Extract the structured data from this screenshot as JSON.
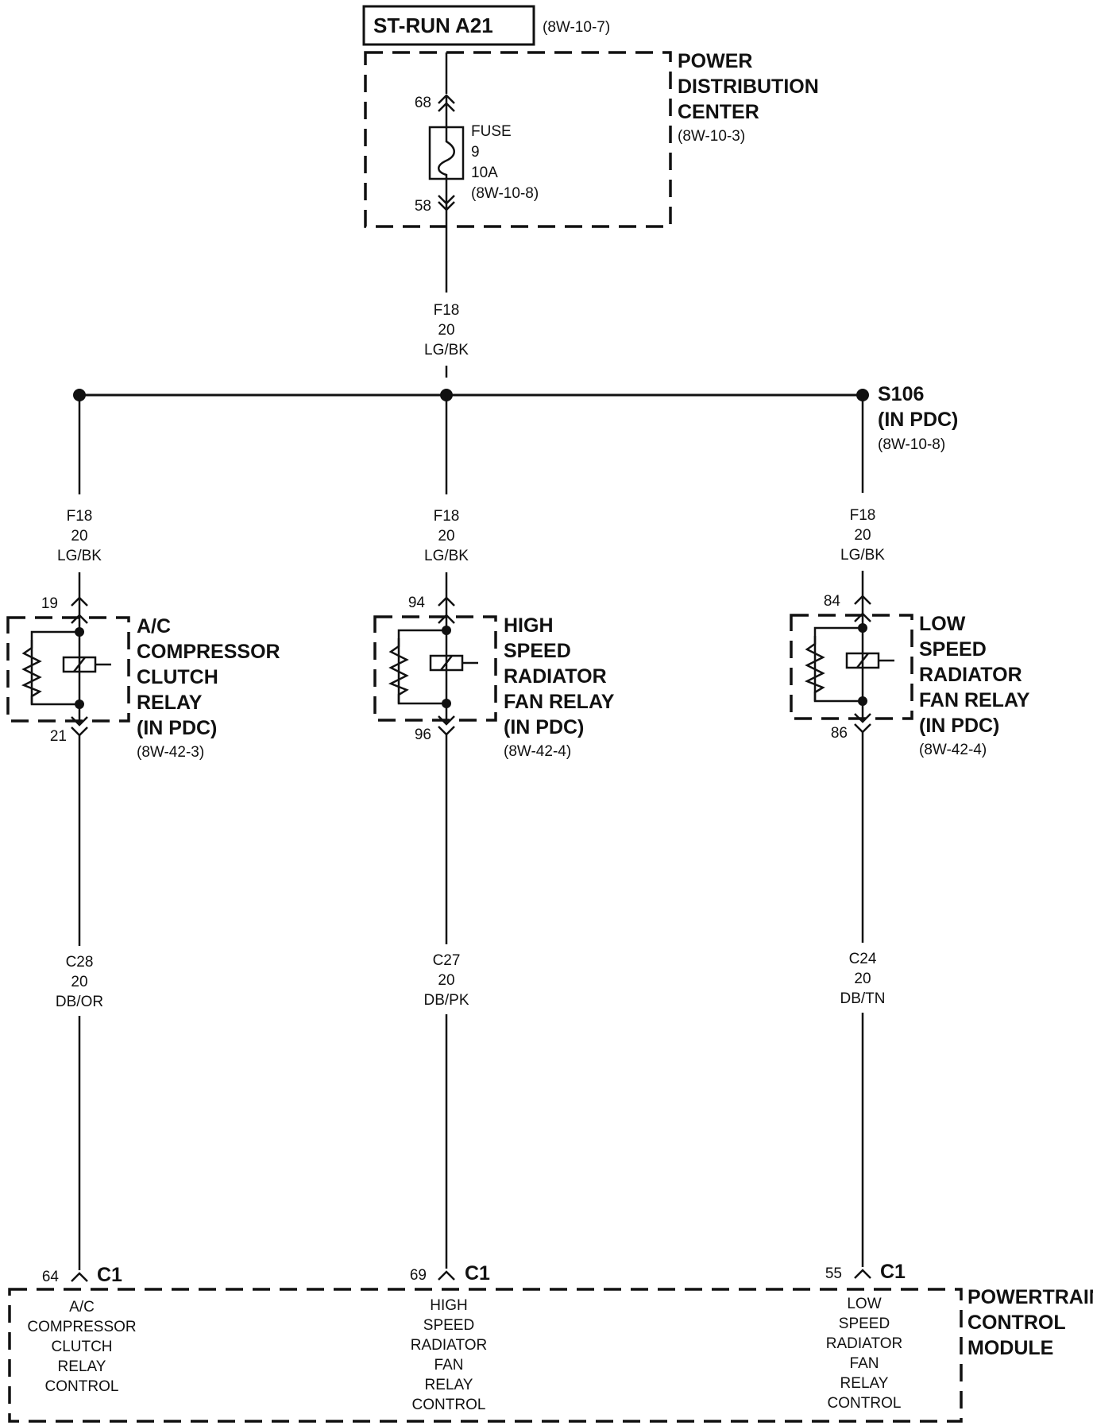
{
  "source": {
    "label": "ST-RUN A21",
    "ref": "(8W-10-7)"
  },
  "pdc": {
    "title": [
      "POWER",
      "DISTRIBUTION",
      "CENTER"
    ],
    "ref": "(8W-10-3)",
    "fuse": {
      "pin_in": "68",
      "pin_out": "58",
      "label": [
        "FUSE",
        "9",
        "10A",
        "(8W-10-8)"
      ]
    }
  },
  "feed_wire": [
    "F18",
    "20",
    "LG/BK"
  ],
  "splice": {
    "name": "S106",
    "location": "(IN PDC)",
    "ref": "(8W-10-8)"
  },
  "branches": [
    {
      "id": "ac",
      "wire_in": [
        "F18",
        "20",
        "LG/BK"
      ],
      "pin_in": "19",
      "pin_out": "21",
      "relay_name": [
        "A/C",
        "COMPRESSOR",
        "CLUTCH",
        "RELAY",
        "(IN PDC)"
      ],
      "relay_ref": "(8W-42-3)",
      "wire_out": [
        "C28",
        "20",
        "DB/OR"
      ],
      "pcm_pin": "64",
      "pcm_connector": "C1",
      "pcm_label": [
        "A/C",
        "COMPRESSOR",
        "CLUTCH",
        "RELAY",
        "CONTROL"
      ]
    },
    {
      "id": "high",
      "wire_in": [
        "F18",
        "20",
        "LG/BK"
      ],
      "pin_in": "94",
      "pin_out": "96",
      "relay_name": [
        "HIGH",
        "SPEED",
        "RADIATOR",
        "FAN RELAY",
        "(IN PDC)"
      ],
      "relay_ref": "(8W-42-4)",
      "wire_out": [
        "C27",
        "20",
        "DB/PK"
      ],
      "pcm_pin": "69",
      "pcm_connector": "C1",
      "pcm_label": [
        "HIGH",
        "SPEED",
        "RADIATOR",
        "FAN",
        "RELAY",
        "CONTROL"
      ]
    },
    {
      "id": "low",
      "wire_in": [
        "F18",
        "20",
        "LG/BK"
      ],
      "pin_in": "84",
      "pin_out": "86",
      "relay_name": [
        "LOW",
        "SPEED",
        "RADIATOR",
        "FAN RELAY",
        "(IN PDC)"
      ],
      "relay_ref": "(8W-42-4)",
      "wire_out": [
        "C24",
        "20",
        "DB/TN"
      ],
      "pcm_pin": "55",
      "pcm_connector": "C1",
      "pcm_label": [
        "LOW",
        "SPEED",
        "RADIATOR",
        "FAN",
        "RELAY",
        "CONTROL"
      ]
    }
  ],
  "pcm": {
    "title": [
      "POWERTRAIN",
      "CONTROL",
      "MODULE"
    ]
  }
}
